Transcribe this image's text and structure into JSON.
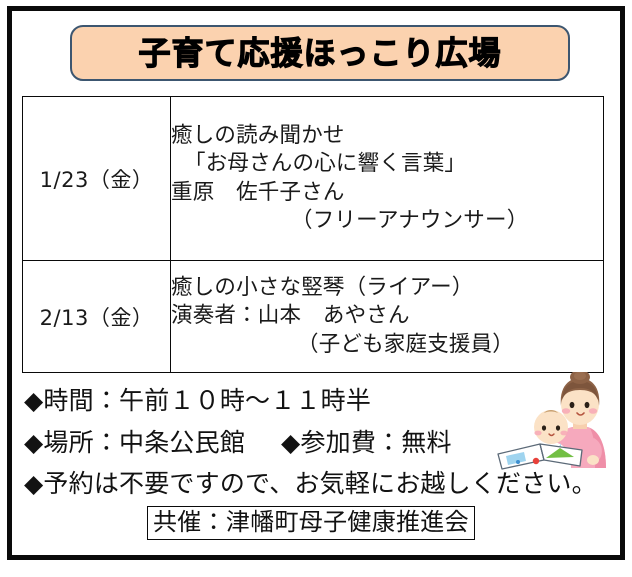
{
  "flyer": {
    "title": "子育て応援ほっこり広場",
    "schedule": {
      "rows": [
        {
          "date": "1/23（金）",
          "lines": [
            "癒しの読み聞かせ",
            "「お母さんの心に響く言葉」",
            "重原　佐千子さん",
            "（フリーアナウンサー）"
          ]
        },
        {
          "date": "2/13（金）",
          "lines": [
            "癒しの小さな竪琴（ライアー）",
            "演奏者：山本　あやさん",
            "（子ども家庭支援員）"
          ]
        }
      ]
    },
    "details": {
      "time": "◆時間：午前１０時～１１時半",
      "place": "◆場所：中条公民館",
      "fee": "◆参加費：無料",
      "reservation": "◆予約は不要ですので、お気軽にお越しください。"
    },
    "credit": "共催：津幡町母子健康推進会",
    "illustration_name": "mother-and-baby-reading-picture-book",
    "colors": {
      "banner_fill": "#fbd2af",
      "banner_border": "#3c5670",
      "frame": "#0a0a0a",
      "text": "#121212",
      "mother_shirt": "#f6a9bd",
      "hair": "#8d6246",
      "skin": "#fbe0c4",
      "bib": "#a9d9f0"
    }
  }
}
